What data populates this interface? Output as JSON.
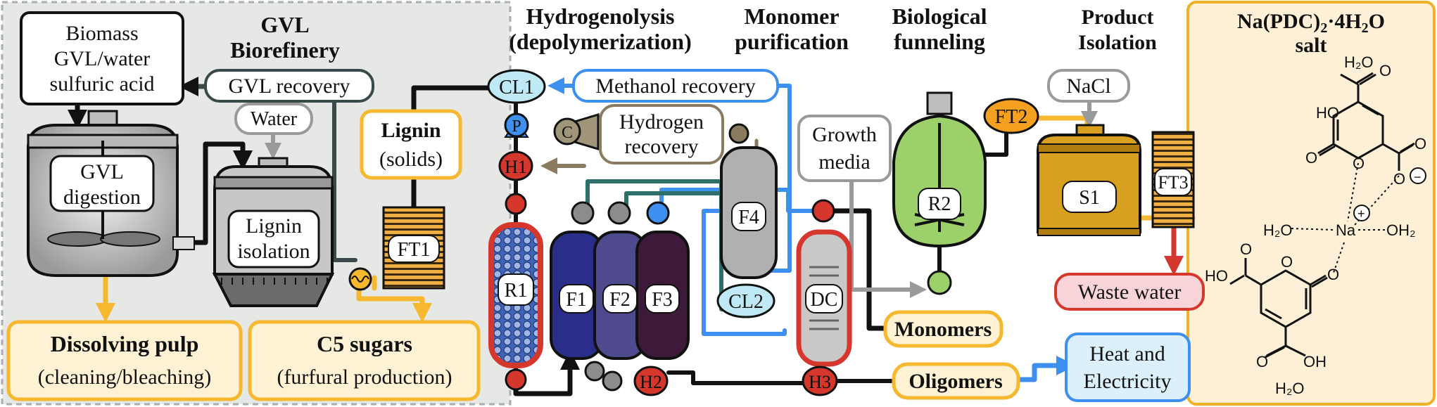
{
  "sections": {
    "gvl": [
      "GVL",
      "Biorefinery"
    ],
    "hydro": [
      "Hydrogenolysis",
      "(depolymerization)"
    ],
    "mono": [
      "Monomer",
      "purification"
    ],
    "bio": [
      "Biological",
      "funneling"
    ],
    "prod": [
      "Product",
      "Isolation"
    ],
    "salt": [
      "salt"
    ]
  },
  "boxes": {
    "biomass": [
      "Biomass",
      "GVL/water",
      "sulfuric acid"
    ],
    "gvl_recovery": "GVL recovery",
    "water": "Water",
    "lignin": [
      "Lignin",
      "(solids)"
    ],
    "methanol": "Methanol recovery",
    "hydrogen": [
      "Hydrogen",
      "recovery"
    ],
    "growth": [
      "Growth",
      "media"
    ],
    "nacl": "NaCl",
    "dissolving": [
      "Dissolving pulp",
      "(cleaning/bleaching)"
    ],
    "c5": [
      "C5 sugars",
      "(furfural production)"
    ],
    "monomers": "Monomers",
    "oligomers": "Oligomers",
    "heat": [
      "Heat and",
      "Electricity"
    ],
    "waste": "Waste water"
  },
  "units": {
    "gvl_digestion": [
      "GVL",
      "digestion"
    ],
    "lignin_iso": [
      "Lignin",
      "isolation"
    ],
    "FT1": "FT1",
    "FT2": "FT2",
    "FT3": "FT3",
    "CL1": "CL1",
    "CL2": "CL2",
    "P": "P",
    "C": "C",
    "H1": "H1",
    "H2": "H2",
    "H3": "H3",
    "R1": "R1",
    "R2": "R2",
    "F1": "F1",
    "F2": "F2",
    "F3": "F3",
    "F4": "F4",
    "DC": "DC",
    "S1": "S1"
  },
  "molecule": {
    "atoms": {
      "H2O_top": "H₂O",
      "HO_top": "HO",
      "O_top_c": "O",
      "O_ring1": "O",
      "O_carb1": "O",
      "O_carb2": "O",
      "O_minus1": "O",
      "minus": "−",
      "H2O_left": "H₂O",
      "Na": "Na",
      "plus": "+",
      "OH2_right": "OH₂",
      "O_ring2": "O",
      "O_carb3": "O",
      "HO_left": "HO",
      "O_carb4": "O",
      "O_carb5": "O",
      "OH_bottom": "OH",
      "H2O_bottom": "H₂O"
    }
  },
  "colors": {
    "gvl_panel": "#e6e8e6",
    "salt_panel": "#fdf0d6",
    "orange": "#f5b82e",
    "blue": "#3d8ff0",
    "red": "#d6372c",
    "green": "#9bd06a",
    "gold": "#d9a020",
    "gray": "#8c8c8c",
    "teal": "#2f6f6a"
  }
}
